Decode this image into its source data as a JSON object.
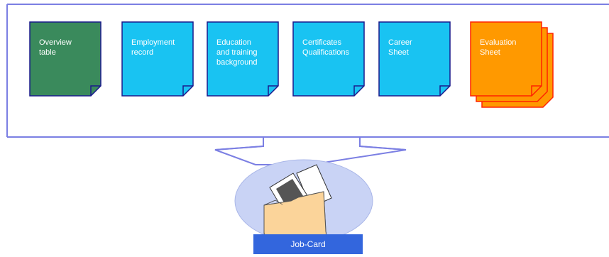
{
  "documents": [
    {
      "lines": [
        "Overview",
        "table"
      ],
      "color": "#3a8a5c",
      "stacked": false
    },
    {
      "lines": [
        "Employment",
        "record"
      ],
      "color": "#19c3f2",
      "stacked": false
    },
    {
      "lines": [
        "Education",
        "and training",
        "background"
      ],
      "color": "#19c3f2",
      "stacked": false
    },
    {
      "lines": [
        "Certificates",
        "Qualifications"
      ],
      "color": "#19c3f2",
      "stacked": false
    },
    {
      "lines": [
        "Career",
        "Sheet"
      ],
      "color": "#19c3f2",
      "stacked": false
    },
    {
      "lines": [
        "Evaluation",
        "Sheet"
      ],
      "color": "#ff9900",
      "stacked": true
    }
  ],
  "job_card": {
    "label": "Job-Card",
    "color": "#3366dd"
  },
  "colors": {
    "frame_stroke": "#7b7fe3",
    "ellipse_fill": "#c9d3f5",
    "folder_fill": "#fbd49a",
    "doc_stroke": "#1a1a8c",
    "evaluation_stroke": "#ff2200"
  }
}
